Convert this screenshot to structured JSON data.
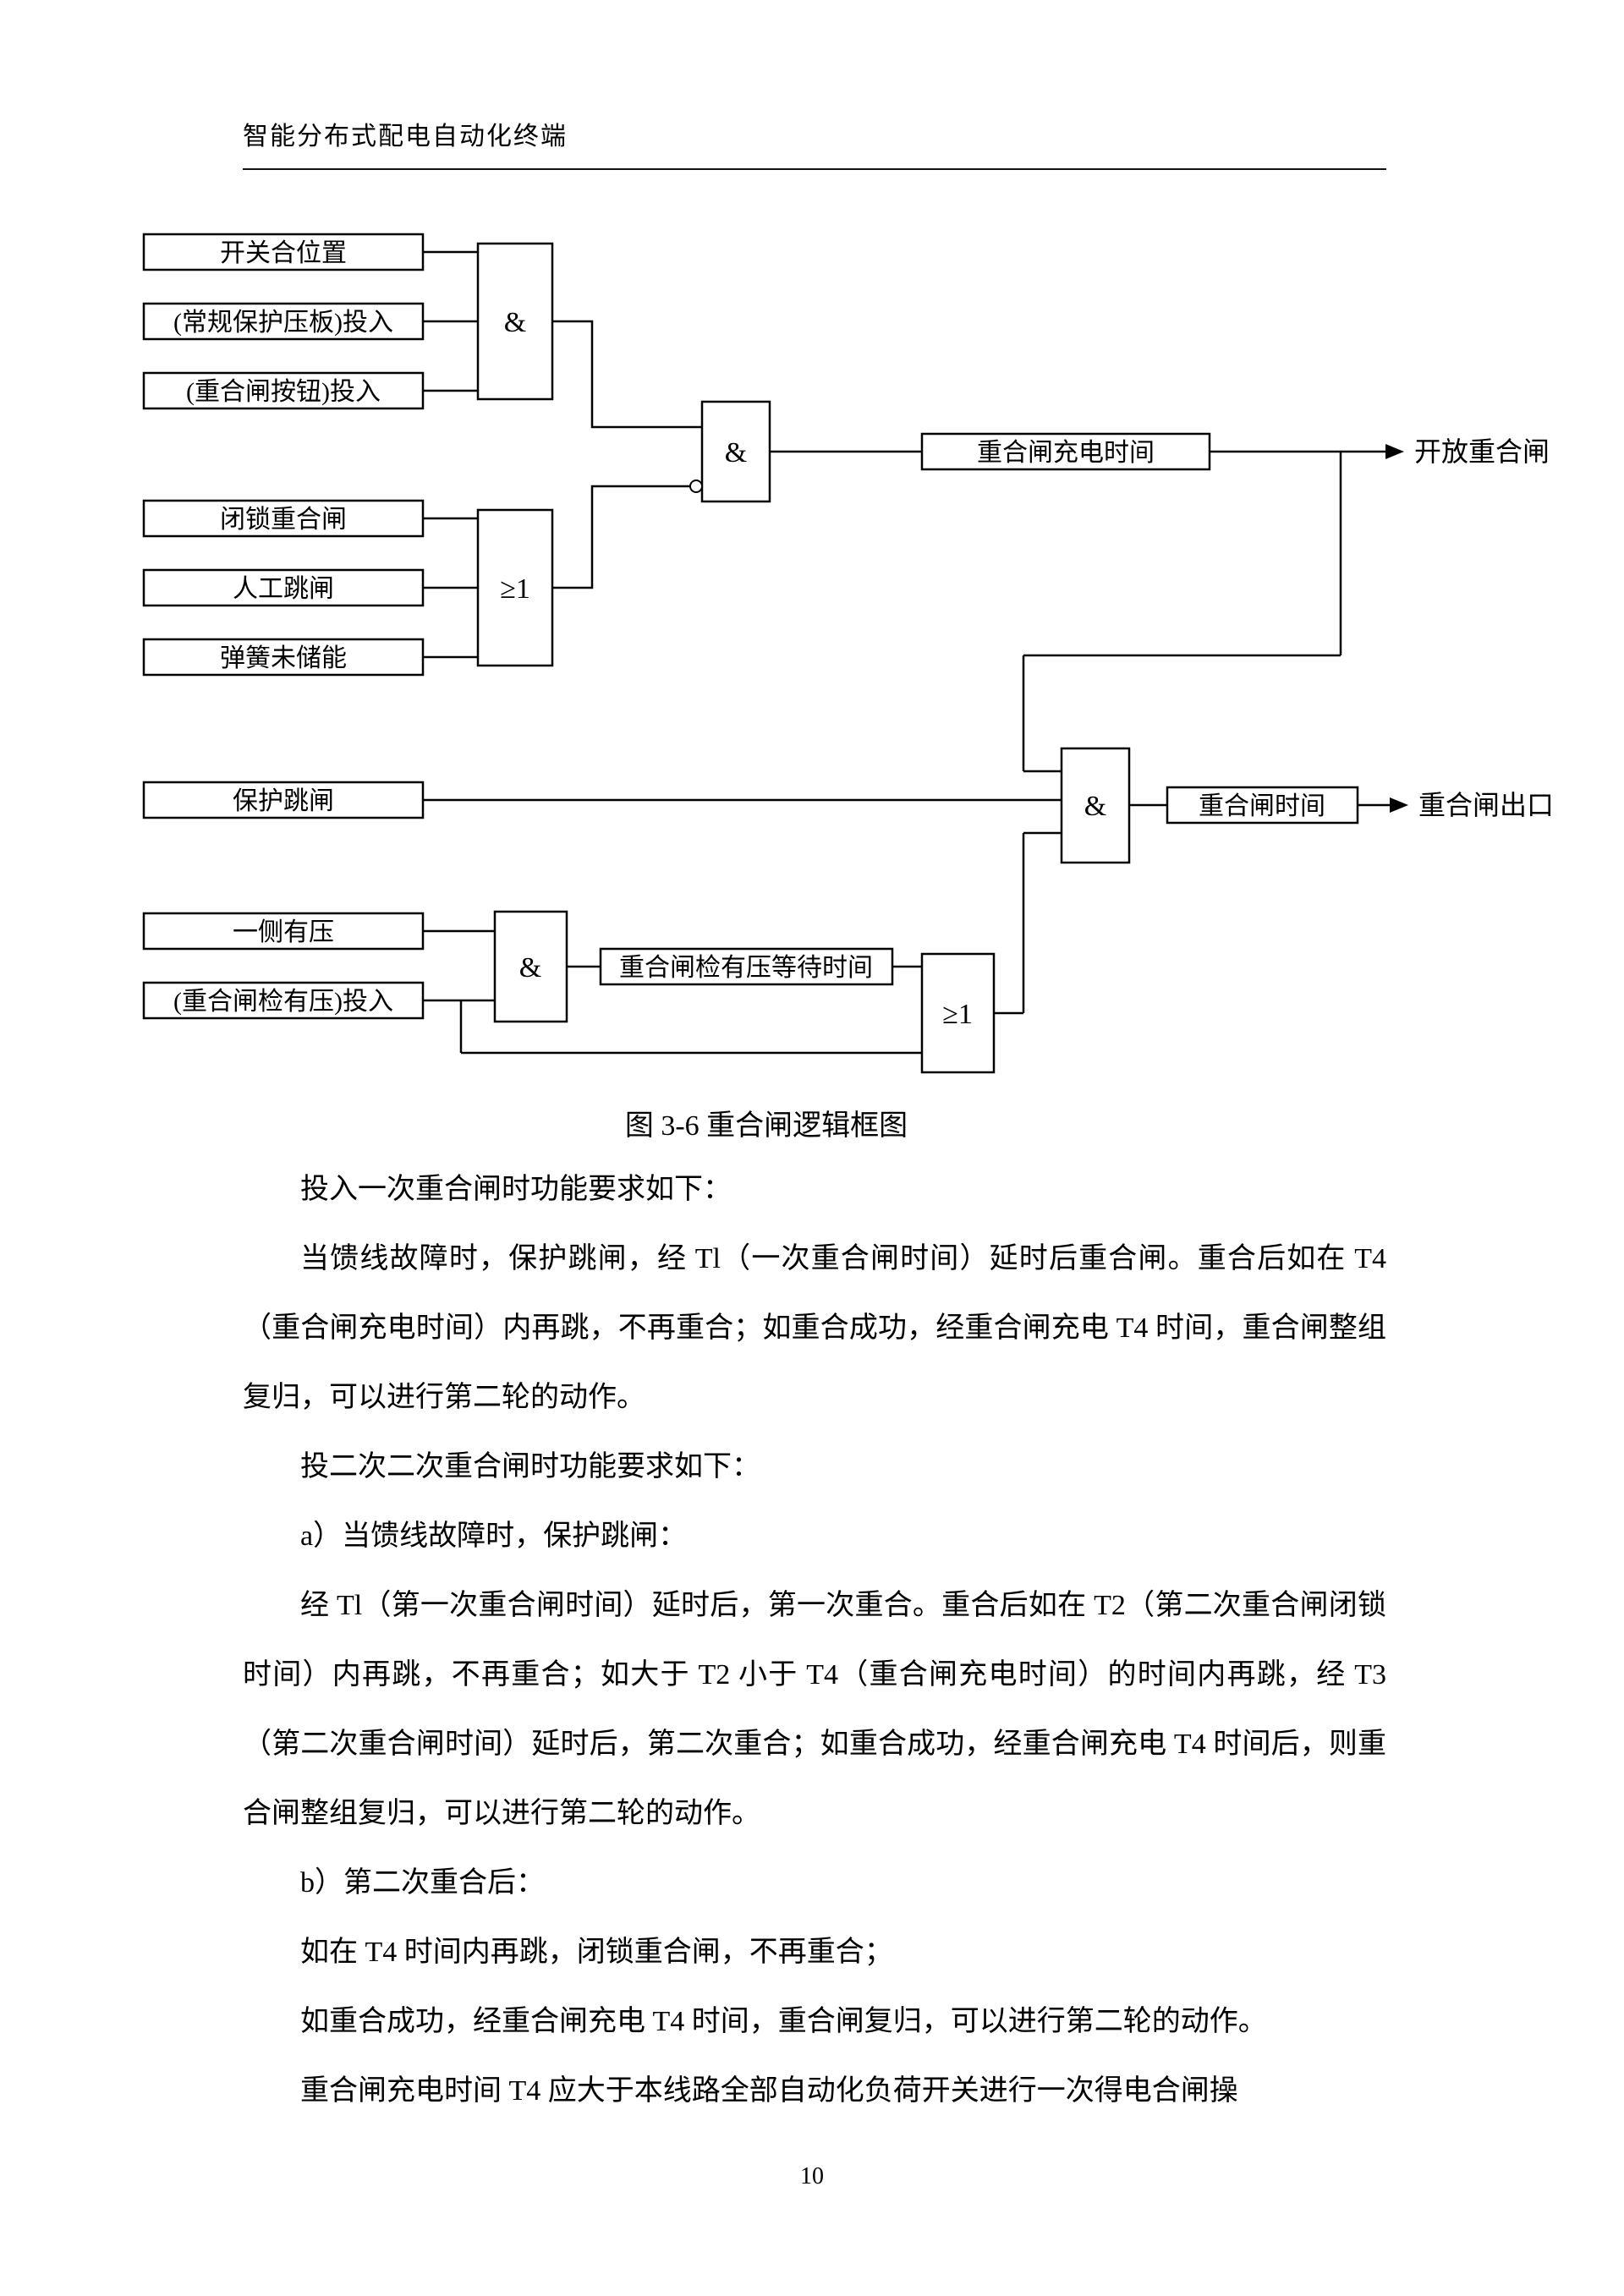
{
  "header": {
    "title": "智能分布式配电自动化终端"
  },
  "figure": {
    "caption": "图 3-6 重合闸逻辑框图",
    "gate_labels": {
      "and": "&",
      "or": "≥1"
    },
    "input_boxes": [
      "开关合位置",
      "(常规保护压板)投入",
      "(重合闸按钮)投入",
      "闭锁重合闸",
      "人工跳闸",
      "弹簧未储能",
      "保护跳闸",
      "一侧有压",
      "(重合闸检有压)投入"
    ],
    "timer_boxes": [
      "重合闸充电时间",
      "重合闸时间",
      "重合闸检有压等待时间"
    ],
    "outputs": [
      "开放重合闸",
      "重合闸出口"
    ]
  },
  "body": {
    "paragraphs": [
      "投入一次重合闸时功能要求如下：",
      "当馈线故障时，保护跳闸，经 Tl（一次重合闸时间）延时后重合闸。重合后如在 T4（重合闸充电时间）内再跳，不再重合；如重合成功，经重合闸充电 T4 时间，重合闸整组复归，可以进行第二轮的动作。",
      "投二次二次重合闸时功能要求如下：",
      "a）当馈线故障时，保护跳闸：",
      "经 Tl（第一次重合闸时间）延时后，第一次重合。重合后如在 T2（第二次重合闸闭锁时间）内再跳，不再重合；如大于 T2 小于 T4（重合闸充电时间）的时间内再跳，经 T3（第二次重合闸时间）延时后，第二次重合；如重合成功，经重合闸充电 T4 时间后，则重合闸整组复归，可以进行第二轮的动作。",
      "b）第二次重合后：",
      "如在 T4 时间内再跳，闭锁重合闸，不再重合；",
      "如重合成功，经重合闸充电 T4 时间，重合闸复归，可以进行第二轮的动作。",
      "重合闸充电时间 T4 应大于本线路全部自动化负荷开关进行一次得电合闸操"
    ]
  },
  "page_number": "10"
}
